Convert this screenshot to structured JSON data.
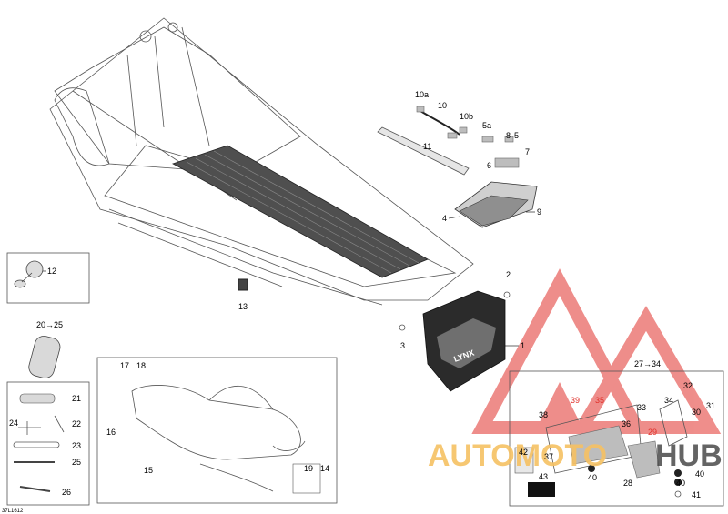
{
  "diagram_code": "37L1612",
  "watermark": {
    "text_a": "AUTOMOTO",
    "text_b": "HUB",
    "color_a": "#f6c163",
    "color_b": "#4a4a4a",
    "logo_color": "#e1312b"
  },
  "callouts": {
    "c1": "1",
    "c2": "2",
    "c3": "3",
    "c4": "4",
    "c5a": "5a",
    "c6": "6",
    "c7": "7",
    "c8": "8",
    "c5": "5",
    "c9": "9",
    "c10a": "10a",
    "c10": "10",
    "c10b": "10b",
    "c11": "11",
    "c12": "12",
    "c13": "13",
    "c14": "14",
    "c15": "15",
    "c16": "16",
    "c17": "17",
    "c18": "18",
    "c19": "19",
    "c2025": "20→25",
    "c21": "21",
    "c22": "22",
    "c23": "23",
    "c24": "24",
    "c25": "25",
    "c26": "26",
    "c2734": "27→34",
    "c28": "28",
    "c29": "29",
    "c30": "30",
    "c31": "31",
    "c32": "32",
    "c33": "33",
    "c34": "34",
    "c35": "35",
    "c36": "36",
    "c37": "37",
    "c38": "38",
    "c39": "39",
    "c40a": "40",
    "c40b": "40",
    "c40c": "40",
    "c41": "41",
    "c42": "42",
    "c43": "43"
  },
  "flap_logo": "LYNX"
}
